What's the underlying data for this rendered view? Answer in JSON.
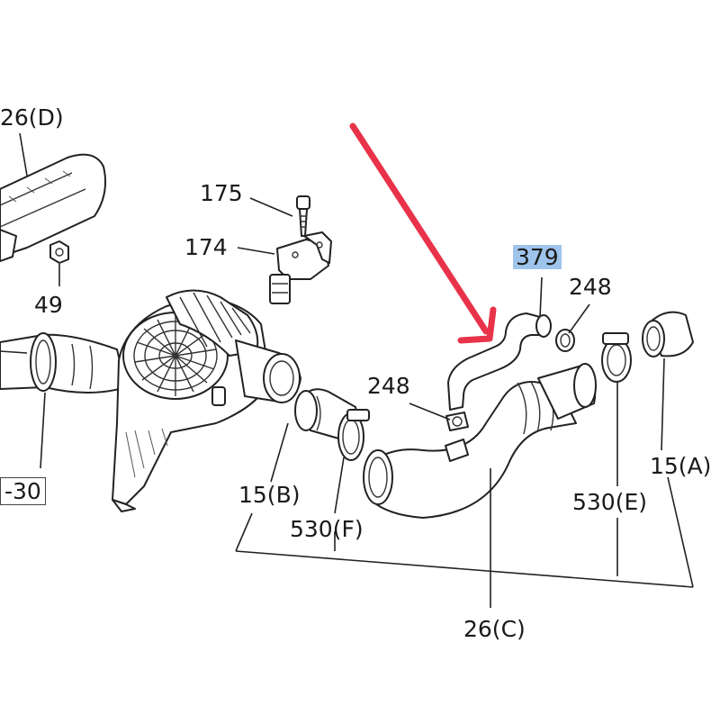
{
  "callouts": {
    "c26d": "26(D)",
    "c175": "175",
    "c174": "174",
    "c49": "49",
    "c30": "-30",
    "c379": "379",
    "c248a": "248",
    "c248b": "248",
    "c15a": "15(A)",
    "c15b": "15(B)",
    "c530e": "530(E)",
    "c530f": "530(F)",
    "c26c": "26(C)"
  },
  "colors": {
    "arrow": "#e8334a",
    "highlight": "#9ec4ec",
    "line": "#222222"
  }
}
